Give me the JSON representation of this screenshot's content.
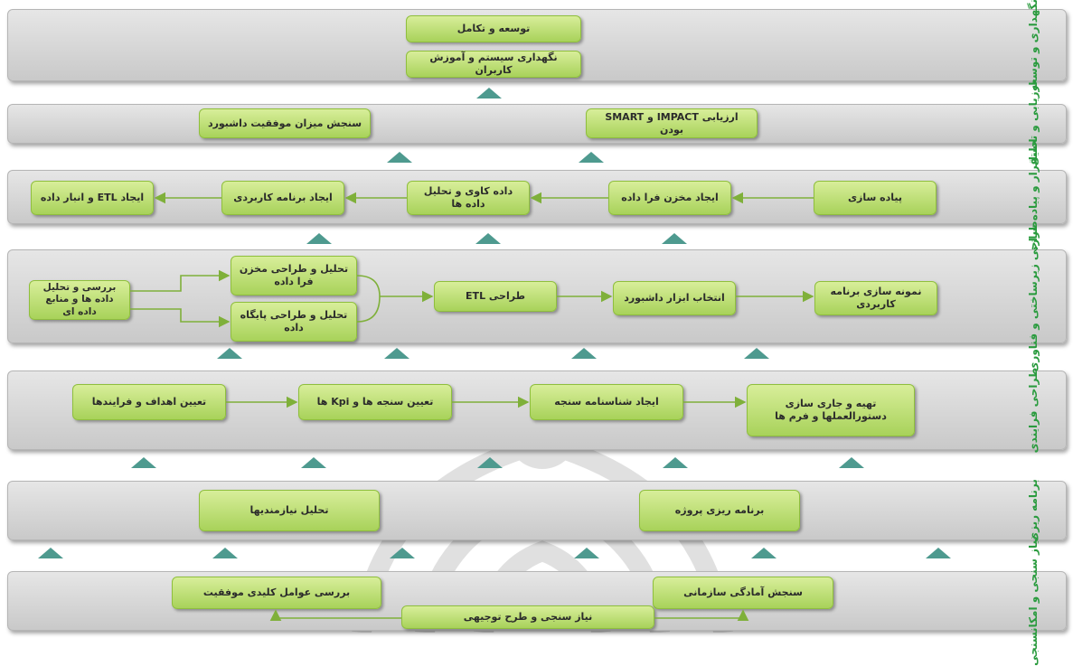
{
  "bands": {
    "maintenance": {
      "label": "نگهداری و توسعه",
      "boxes": {
        "develop": "توسعه و تکامل",
        "maintain": "نگهداری سیستم و آموزش کاربران"
      }
    },
    "evaluation": {
      "label": "ارزیابی و تحلیل",
      "boxes": {
        "measure": "سنجش میزان موفقیت داشبورد",
        "impact": "ارزیابی IMPACT و SMART بودن"
      }
    },
    "implementation": {
      "label": "استقرار و پیاده سازی",
      "boxes": {
        "etl_store": "ایجاد ETL و انبار داده",
        "app": "ایجاد برنامه کاربردی",
        "mining": "داده کاوی و تحلیل داده ها",
        "datamart": "ایجاد مخزن فرا داده",
        "implement": "پیاده سازی"
      }
    },
    "tech_design": {
      "label": "طراحی زیرساختی و فناوری",
      "boxes": {
        "review": "بررسی و تحلیل داده ها و منابع داده ای",
        "meta": "تحلیل و طراحی مخزن فرا داده",
        "db": "تحلیل و طراحی پایگاه داده",
        "etl": "طراحی ETL",
        "tool": "انتخاب ابزار داشبورد",
        "proto": "نمونه سازی برنامه کاربردی"
      }
    },
    "process_design": {
      "label": "طراحی فرایندی",
      "boxes": {
        "goals": "تعیین اهداف و فرایندها",
        "kpi": "تعیین سنجه ها و Kpi ها",
        "id": "ایجاد شناسنامه سنجه",
        "forms": "تهیه و جاری سازی دستورالعملها و فرم ها"
      }
    },
    "planning": {
      "label": "برنامه ریزی",
      "boxes": {
        "needs": "تحلیل نیازمندیها",
        "plan": "برنامه ریزی پروژه"
      }
    },
    "assessment": {
      "label": "نیاز سنجی و امکانسنجی",
      "boxes": {
        "factors": "بررسی عوامل کلیدی موفقیت",
        "readiness": "سنجش آمادگی سازمانی",
        "justify": "نیاز سنجی و طرح توجیهی"
      }
    }
  },
  "colors": {
    "box": "#b5dc6a",
    "band": "#d4d4d4",
    "label": "#2a9b3e",
    "triangle": "#4e9a8f",
    "connector": "#7fb03a"
  }
}
